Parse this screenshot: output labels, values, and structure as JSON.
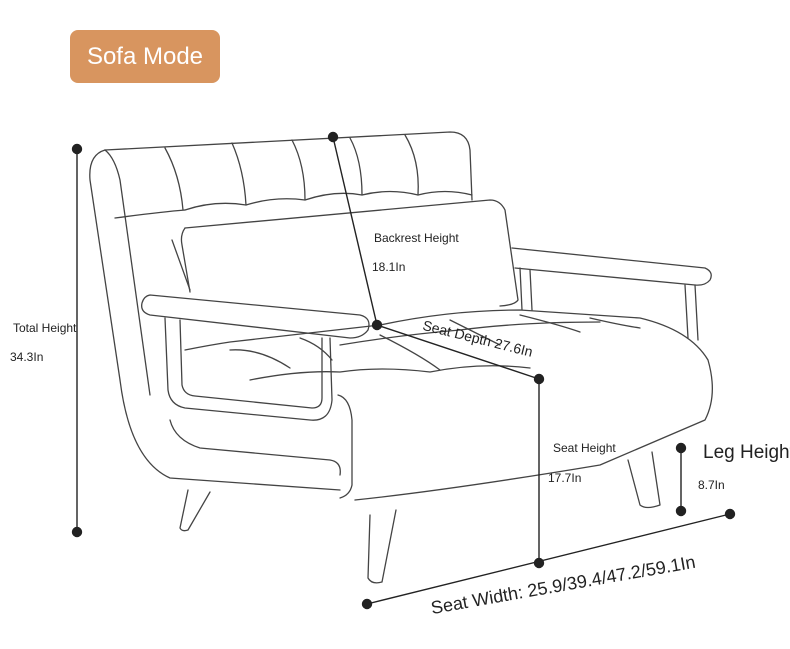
{
  "badge": {
    "label": "Sofa Mode",
    "color": "#d8955f"
  },
  "dimensions": {
    "total_height": {
      "label": "Total Height",
      "value": "34.3In"
    },
    "backrest_height": {
      "label": "Backrest Height",
      "value": "18.1In"
    },
    "seat_depth": {
      "text": "Seat Depth 27.6In"
    },
    "seat_height": {
      "label": "Seat Height",
      "value": "17.7In"
    },
    "leg_height": {
      "label": "Leg Height",
      "value": "8.7In"
    },
    "seat_width": {
      "text": "Seat Width: 25.9/39.4/47.2/59.1In"
    }
  },
  "colors": {
    "line": "#333333",
    "accent": "#d8955f"
  }
}
